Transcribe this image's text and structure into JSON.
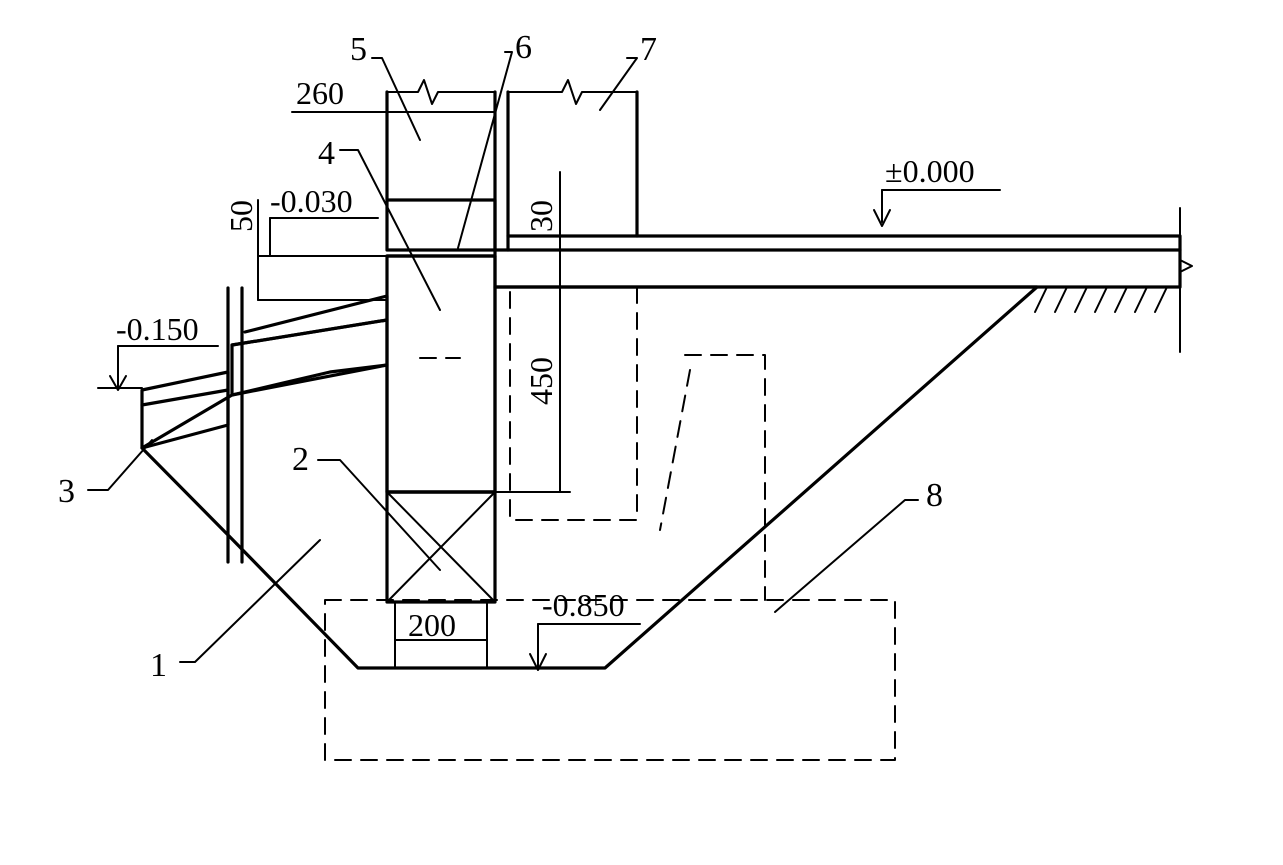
{
  "callouts": [
    "1",
    "2",
    "3",
    "4",
    "5",
    "6",
    "7",
    "8"
  ],
  "dimensions": {
    "wall_width": "260",
    "cap_height": "50",
    "slab_step": "30",
    "wall_depth": "450",
    "beam_width": "200"
  },
  "elevations": {
    "floor": "±0.000",
    "cap_top": "-0.030",
    "outer_ground": "-0.150",
    "foundation_bottom": "-0.850"
  }
}
